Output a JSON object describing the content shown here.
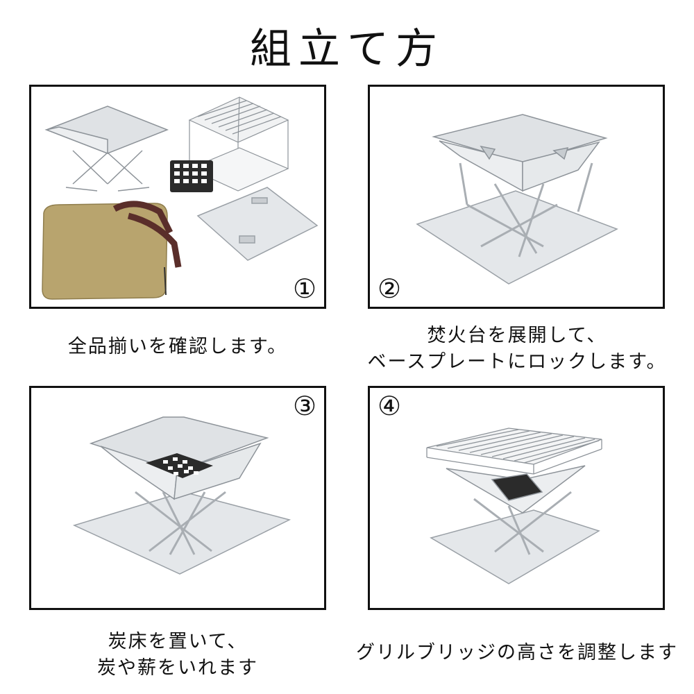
{
  "title": "組立て方",
  "steps": [
    {
      "number": "①",
      "caption_lines": [
        "全品揃いを確認します。"
      ]
    },
    {
      "number": "②",
      "caption_lines": [
        "焚火台を展開して、",
        "ベースプレートにロックします。"
      ]
    },
    {
      "number": "③",
      "caption_lines": [
        "炭床を置いて、",
        "炭や薪をいれます"
      ]
    },
    {
      "number": "④",
      "caption_lines": [
        "グリルブリッジの高さを調整します"
      ]
    }
  ],
  "colors": {
    "frame": "#111111",
    "steel": "#d9dcdf",
    "steel_dark": "#9aa0a6",
    "bag": "#b8a46e",
    "bag_handle": "#5a2e2a",
    "charcoal_plate": "#2b2b2b"
  }
}
